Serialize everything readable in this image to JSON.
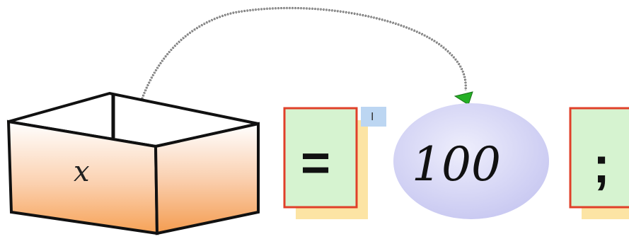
{
  "diagram": {
    "box_label": "x",
    "operator": "=",
    "cursor_mark": "I",
    "value": "100",
    "terminator": ";"
  },
  "colors": {
    "box_top": "#ffffff",
    "box_bottom": "#f7a860",
    "card_fill": "#d6f3d0",
    "card_border": "#e0402a",
    "card_shadow": "#fce4a4",
    "ellipse_fill": "#d3d3f5",
    "cursor_box": "#bcd6f2",
    "arrow_tail": "#e52020",
    "arrow_head": "#25b025"
  }
}
